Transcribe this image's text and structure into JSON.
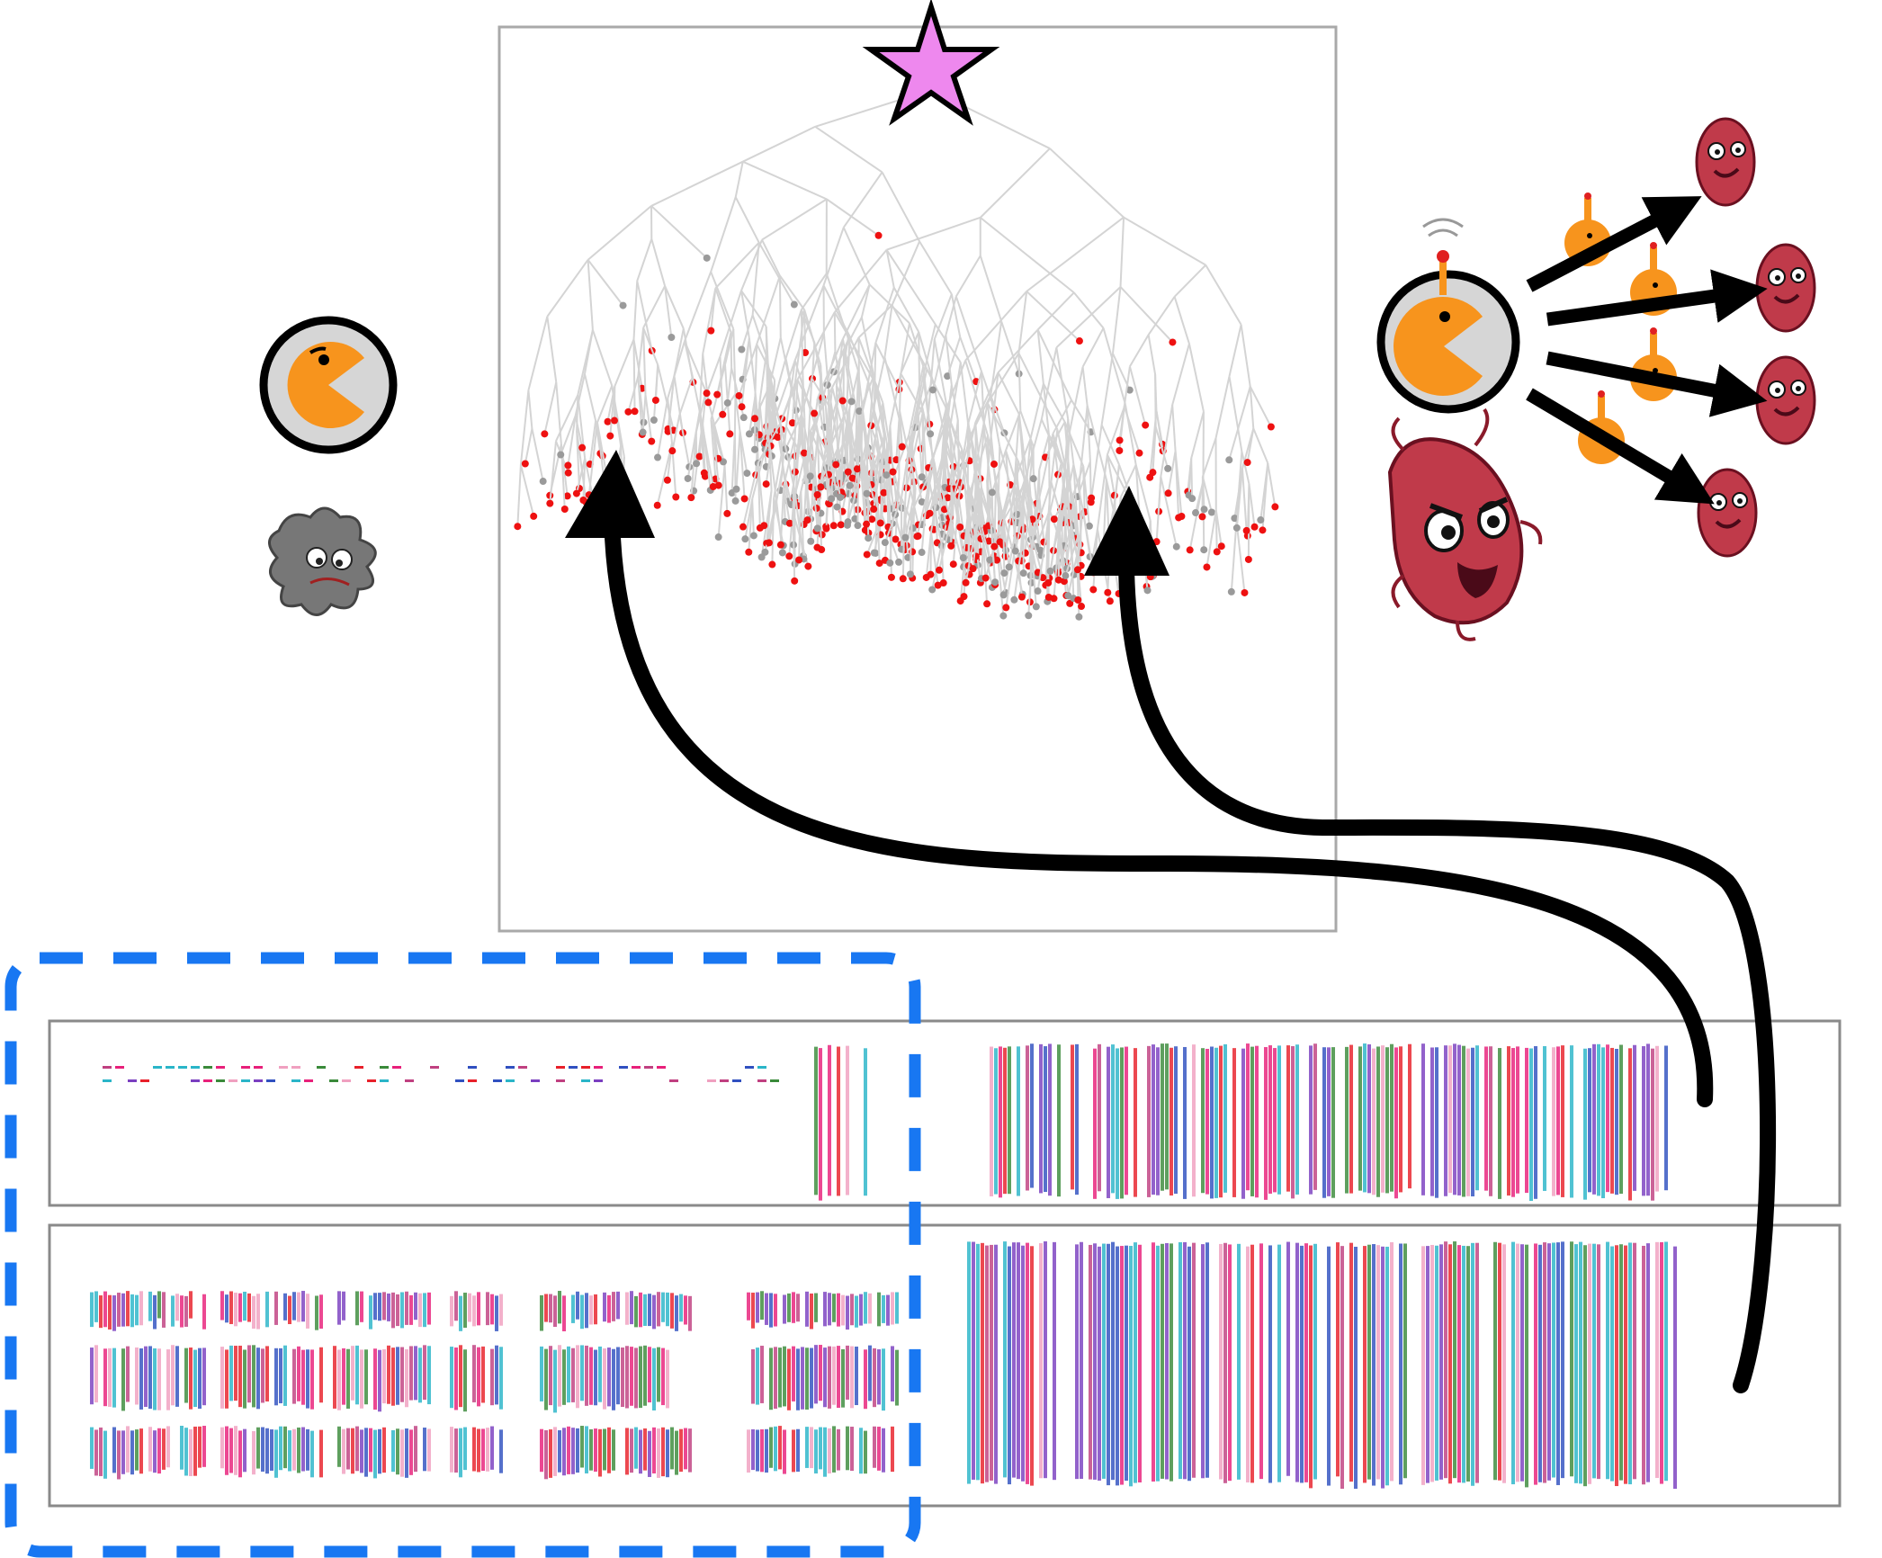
{
  "figure": {
    "root_marker": "star",
    "panels": [
      "phylogenetic-tree",
      "alignment-upper",
      "alignment-lower"
    ],
    "highlight": "dashed-box-left-alignment"
  },
  "colors": {
    "star": "#ee88ee",
    "leaf_red": "#ee1111",
    "leaf_gray": "#9a9a9a",
    "branch": "#d4d4d4",
    "arrow": "#000000",
    "dashed_box": "#1877f2",
    "pacman": "#f7941d",
    "pacman_bg": "#d0d0d0",
    "bacteria": "#c03a4a",
    "gray_microbe": "#6e6e6e",
    "panel_border": "#a9a9a9",
    "alignment": [
      "#e8202a",
      "#e8207a",
      "#2ab5c8",
      "#7a3fc0",
      "#3a8a3a",
      "#f0a0c0",
      "#3050c0",
      "#c04080"
    ]
  },
  "icons": [
    "star-icon",
    "pacman-icon",
    "gray-microbe-icon",
    "bacteria-icon",
    "phage-icon",
    "curved-arrow-icon"
  ]
}
